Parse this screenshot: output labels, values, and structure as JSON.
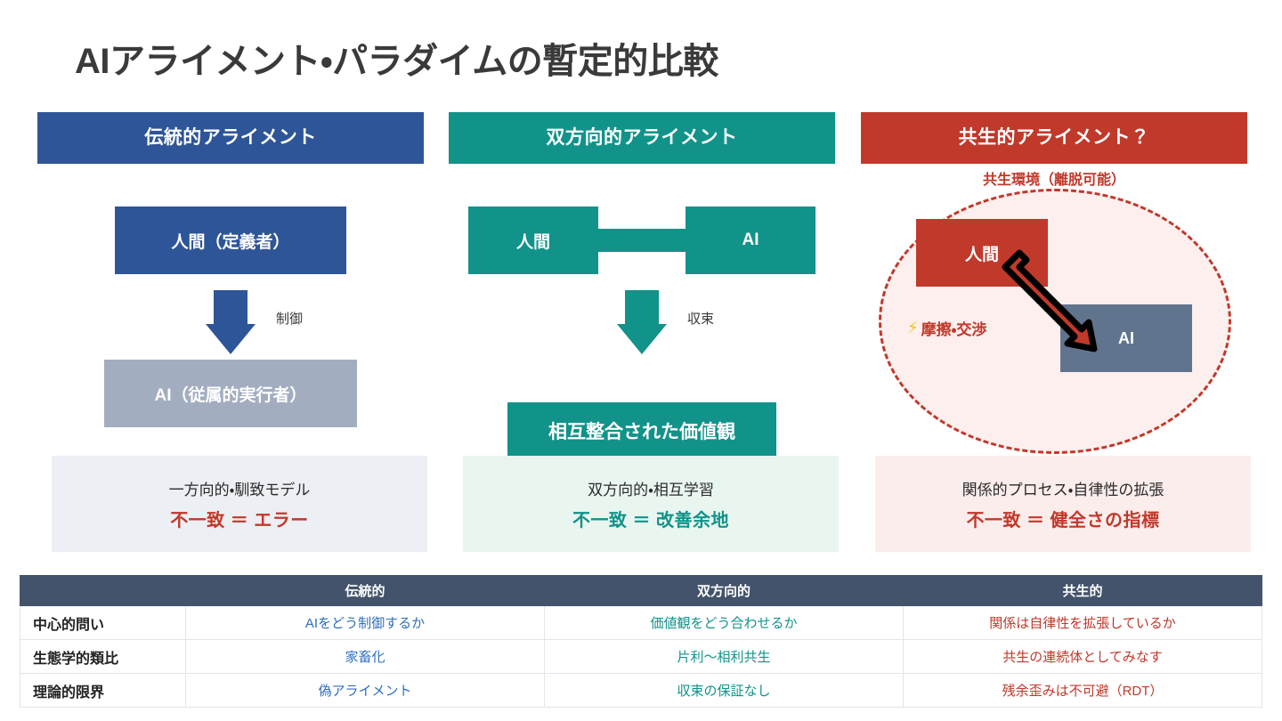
{
  "title": "AIアライメント・パラダイムの暫定的比較",
  "colors": {
    "traditional": "#2E5597",
    "bidirectional": "#11938A",
    "symbiotic": "#C0392B",
    "ai_subordinate": "#A3ADC0",
    "ai_slate": "#61748E",
    "table_header": "#42536B",
    "bolt": "#F2C313"
  },
  "columns": [
    {
      "key": "traditional",
      "header": "伝統的アライメント",
      "nodes": {
        "top": "人間（定義者）",
        "bottom": "AI（従属的実行者）"
      },
      "arrow_label": "制御",
      "summary": {
        "desc": "一方向的・馴致モデル",
        "verdict": "不一致 ＝ エラー"
      }
    },
    {
      "key": "bidirectional",
      "header": "双方向的アライメント",
      "nodes": {
        "left": "人間",
        "right": "AI",
        "bottom": "相互整合された価値観"
      },
      "arrow_label": "収束",
      "summary": {
        "desc": "双方向的・相互学習",
        "verdict": "不一致 ＝ 改善余地"
      }
    },
    {
      "key": "symbiotic",
      "header": "共生的アライメント？",
      "env_label": "共生環境（離脱可能）",
      "nodes": {
        "human": "人間",
        "ai": "AI"
      },
      "friction_icon": "bolt-icon",
      "friction_label": "摩擦・交渉",
      "summary": {
        "desc": "関係的プロセス・自律性の拡張",
        "verdict": "不一致 ＝ 健全さの指標"
      }
    }
  ],
  "table": {
    "corner": "",
    "headers": [
      "伝統的",
      "双方向的",
      "共生的"
    ],
    "rows": [
      {
        "label": "中心的問い",
        "traditional": "AIをどう制御するか",
        "bidirectional": "価値観をどう合わせるか",
        "symbiotic": "関係は自律性を拡張しているか"
      },
      {
        "label": "生態学的類比",
        "traditional": "家畜化",
        "bidirectional": "片利〜相利共生",
        "symbiotic": "共生の連続体としてみなす"
      },
      {
        "label": "理論的限界",
        "traditional": "偽アライメント",
        "bidirectional": "収束の保証なし",
        "symbiotic": "残余歪みは不可避（RDT）"
      }
    ]
  }
}
